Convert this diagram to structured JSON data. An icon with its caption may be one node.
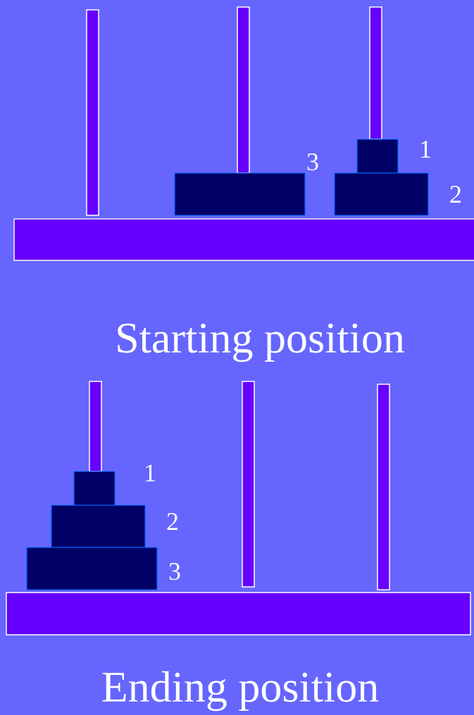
{
  "diagram": {
    "labels": [
      "1",
      "3",
      "2",
      "Starting position",
      "1",
      "2",
      "3",
      "Ending position"
    ]
  }
}
